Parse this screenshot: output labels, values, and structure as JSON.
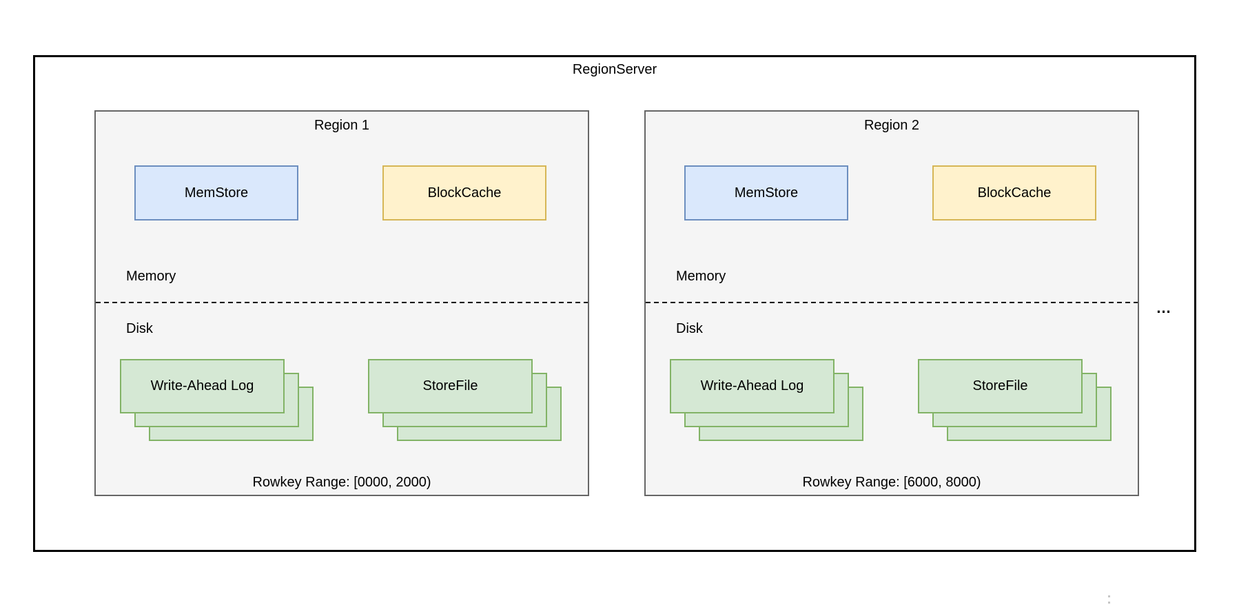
{
  "diagram": {
    "title": "RegionServer",
    "ellipsis": "...",
    "regions": [
      {
        "title": "Region 1",
        "memstore_label": "MemStore",
        "blockcache_label": "BlockCache",
        "memory_label": "Memory",
        "disk_label": "Disk",
        "wal_label": "Write-Ahead Log",
        "storefile_label": "StoreFile",
        "rowkey_range": "Rowkey Range: [0000, 2000)"
      },
      {
        "title": "Region 2",
        "memstore_label": "MemStore",
        "blockcache_label": "BlockCache",
        "memory_label": "Memory",
        "disk_label": "Disk",
        "wal_label": "Write-Ahead Log",
        "storefile_label": "StoreFile",
        "rowkey_range": "Rowkey Range: [6000, 8000)"
      }
    ],
    "colors": {
      "outer_border": "#000000",
      "region_fill": "#f5f5f5",
      "region_border": "#666666",
      "memstore_fill": "#dae8fc",
      "memstore_border": "#6c8ebf",
      "blockcache_fill": "#fff2cc",
      "blockcache_border": "#d6b656",
      "file_fill": "#d5e8d4",
      "file_border": "#82b366",
      "text": "#000000"
    }
  }
}
